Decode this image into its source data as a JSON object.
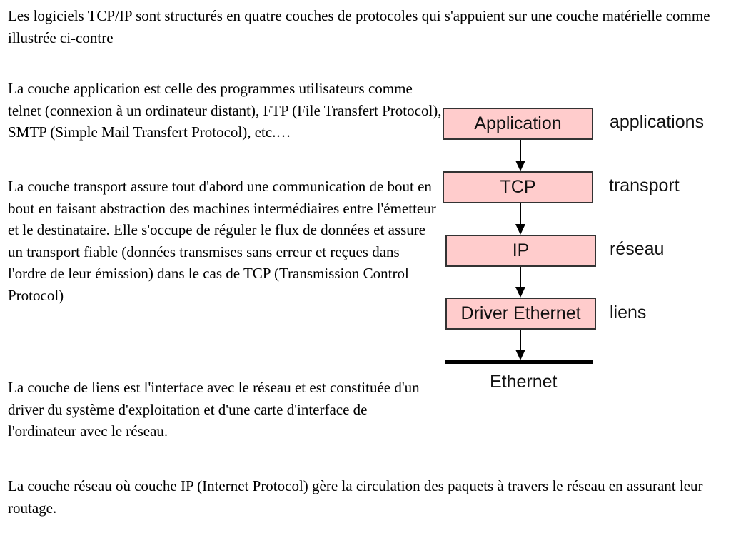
{
  "text": {
    "intro": "Les logiciels TCP/IP sont structurés en quatre couches de protocoles qui s'appuient sur une couche matérielle comme illustrée ci-contre",
    "application_layer": "La couche application est celle des programmes utilisateurs comme telnet (connexion à un ordinateur distant), FTP (File Transfert Protocol), SMTP (Simple Mail Transfert Protocol), etc.…",
    "transport_layer": "La couche transport assure tout d'abord une communication de bout en bout en faisant abstraction des machines intermédiaires entre l'émetteur et le destinataire. Elle s'occupe de réguler le flux de données et assure un transport fiable (données transmises sans erreur et reçues dans l'ordre de leur émission) dans le cas de TCP (Transmission Control Protocol)",
    "links_layer": "La couche de liens est l'interface avec le réseau et est constituée d'un driver du système d'exploitation et d'une carte d'interface de l'ordinateur avec le réseau.",
    "network_layer": "La couche réseau où couche IP (Internet Protocol) gère la circulation des paquets à travers le réseau en assurant leur routage."
  },
  "diagram": {
    "layers": [
      {
        "box": "Application",
        "label": "applications"
      },
      {
        "box": "TCP",
        "label": "transport"
      },
      {
        "box": "IP",
        "label": "réseau"
      },
      {
        "box": "Driver Ethernet",
        "label": "liens"
      }
    ],
    "medium": "Ethernet",
    "colors": {
      "box_fill": "#ffcccc",
      "box_border": "#333333",
      "line": "#000000"
    }
  }
}
